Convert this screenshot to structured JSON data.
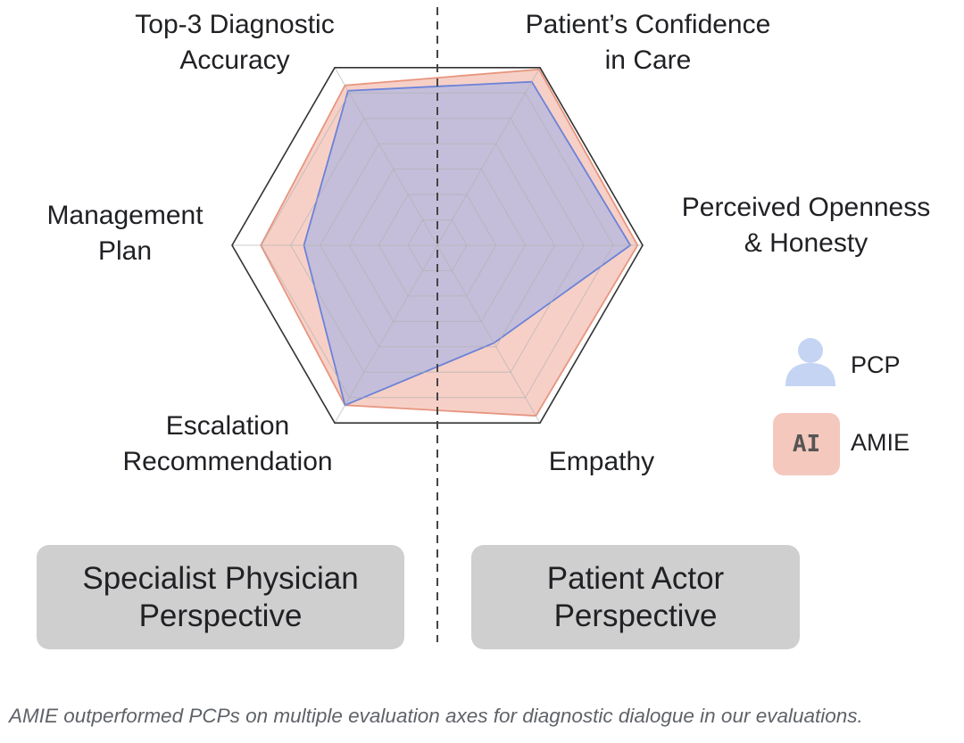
{
  "chart_data": {
    "type": "radar",
    "axes": [
      [
        "Patient’s Confidence",
        "in Care"
      ],
      [
        "Perceived Openness",
        "& Honesty"
      ],
      [
        "Empathy"
      ],
      [
        "Escalation",
        "Recommendation"
      ],
      [
        "Management",
        "Plan"
      ],
      [
        "Top-3 Diagnostic",
        "Accuracy"
      ]
    ],
    "rings": 6,
    "range": [
      0,
      1
    ],
    "series": [
      {
        "name": "AMIE",
        "values": [
          0.99,
          0.975,
          0.96,
          0.9,
          0.86,
          0.9
        ]
      },
      {
        "name": "PCP",
        "values": [
          0.92,
          0.94,
          0.55,
          0.9,
          0.65,
          0.87
        ]
      }
    ]
  },
  "perspectives": {
    "specialist": [
      "Specialist Physician",
      "Perspective"
    ],
    "patient": [
      "Patient Actor",
      "Perspective"
    ]
  },
  "legend": {
    "pcp_label": "PCP",
    "amie_label": "AMIE",
    "amie_badge": "AI",
    "pcp_icon": "person-icon"
  },
  "colors": {
    "amie_fill": "#f4c8bd",
    "amie_stroke": "#e8957f",
    "pcp_fill": "#b3b8e0",
    "pcp_stroke": "#6b82d8",
    "grid": "#b0b0b0",
    "pcp_icon": "#c5d4f3",
    "box": "#cfcfcf"
  },
  "caption": "AMIE outperformed PCPs on multiple evaluation axes for diagnostic dialogue in our evaluations."
}
